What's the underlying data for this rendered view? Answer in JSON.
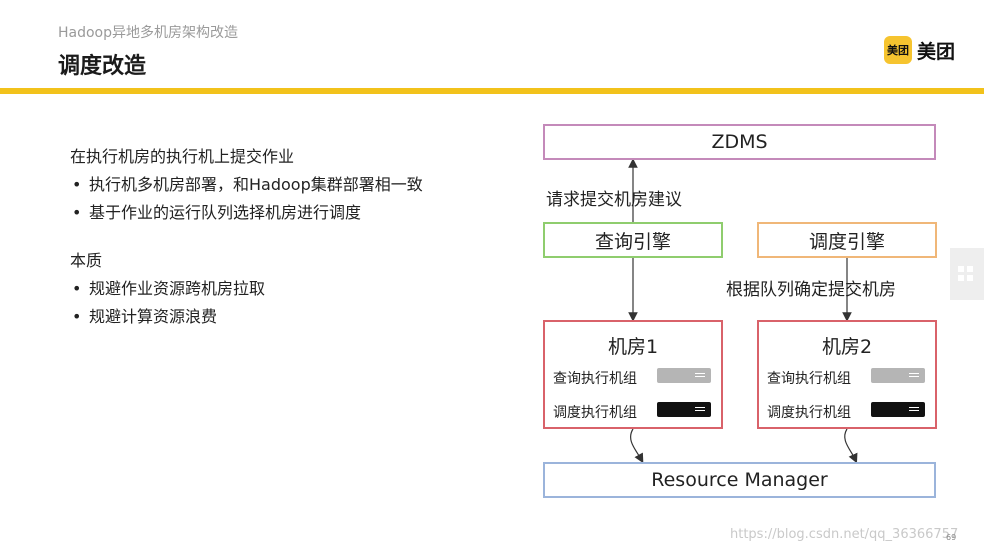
{
  "header": {
    "subtitle": "Hadoop异地多机房架构改造",
    "title": "调度改造",
    "logo_badge": "美团",
    "logo_text": "美团",
    "accent_color": "#f2c21b"
  },
  "left": {
    "heading1": "在执行机房的执行机上提交作业",
    "bullets1": [
      "执行机多机房部署，和Hadoop集群部署相一致",
      "基于作业的运行队列选择机房进行调度"
    ],
    "heading2": "本质",
    "bullets2": [
      "规避作业资源跨机房拉取",
      "规避计算资源浪费"
    ],
    "bullet_char": "•"
  },
  "diagram": {
    "zdms": "ZDMS",
    "request_label": "请求提交机房建议",
    "query_engine": "查询引擎",
    "sched_engine": "调度引擎",
    "queue_label": "根据队列确定提交机房",
    "rooms": [
      {
        "title": "机房1",
        "query_group": "查询执行机组",
        "sched_group": "调度执行机组"
      },
      {
        "title": "机房2",
        "query_group": "查询执行机组",
        "sched_group": "调度执行机组"
      }
    ],
    "resource_manager": "Resource Manager"
  },
  "footer": {
    "page_number": "69",
    "watermark": "https://blog.csdn.net/qq_36366757"
  }
}
